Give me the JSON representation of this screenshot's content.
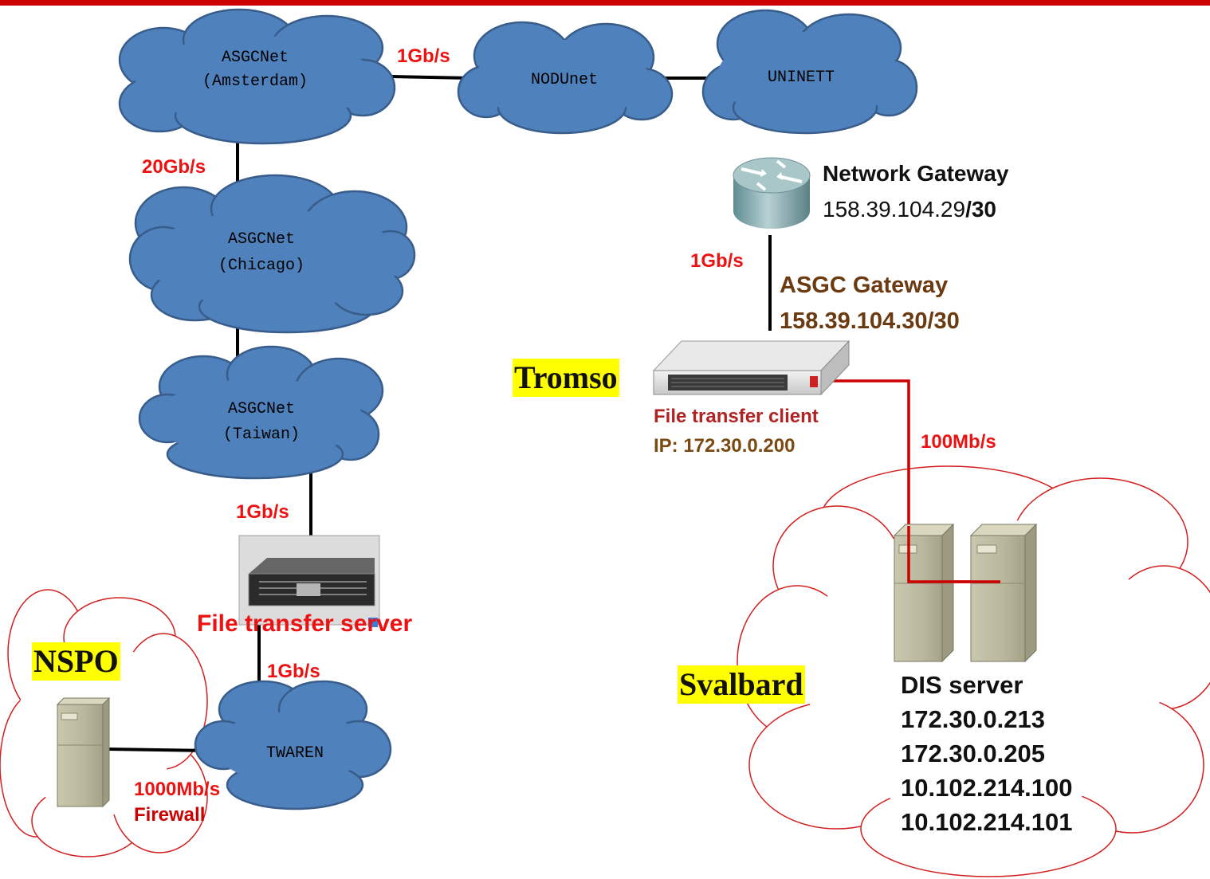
{
  "clouds": {
    "amsterdam": {
      "line1": "ASGCNet",
      "line2": "(Amsterdam)"
    },
    "chicago": {
      "line1": "ASGCNet",
      "line2": "(Chicago)"
    },
    "taiwan": {
      "line1": "ASGCNet",
      "line2": "(Taiwan)"
    },
    "nodunet": "NODUnet",
    "uninett": "UNINETT",
    "twaren": "TWAREN"
  },
  "links": {
    "amsterdam_nodunet": "1Gb/s",
    "amsterdam_chicago": "20Gb/s",
    "taiwan_server": "1Gb/s",
    "server_twaren": "1Gb/s",
    "nspo_twaren": "1000Mb/s",
    "gateway_client": "1Gb/s",
    "client_dis": "100Mb/s"
  },
  "firewall_label": "Firewall",
  "network_gateway": {
    "title": "Network Gateway",
    "ip": "158.39.104.29",
    "mask": "/30"
  },
  "asgc_gateway": {
    "title": "ASGC Gateway",
    "ip": "158.39.104.30/30"
  },
  "tromso": {
    "place": "Tromso",
    "client_label": "File transfer client",
    "client_ip": "IP: 172.30.0.200"
  },
  "file_transfer_server": "File transfer server",
  "nspo": "NSPO",
  "svalbard": {
    "place": "Svalbard",
    "dis_title": "DIS server",
    "ips": [
      "172.30.0.213",
      "172.30.0.205",
      "10.102.214.100",
      "10.102.214.101"
    ]
  },
  "colors": {
    "top_bar": "#cc0000",
    "cloud_fill": "#4f81bd",
    "cloud_stroke": "#385d8a",
    "speed_text": "#ee1111",
    "gateway_text": "#6b3a10",
    "client_text": "#b22222",
    "highlight": "#ffff00",
    "red_line": "#cc0000"
  }
}
